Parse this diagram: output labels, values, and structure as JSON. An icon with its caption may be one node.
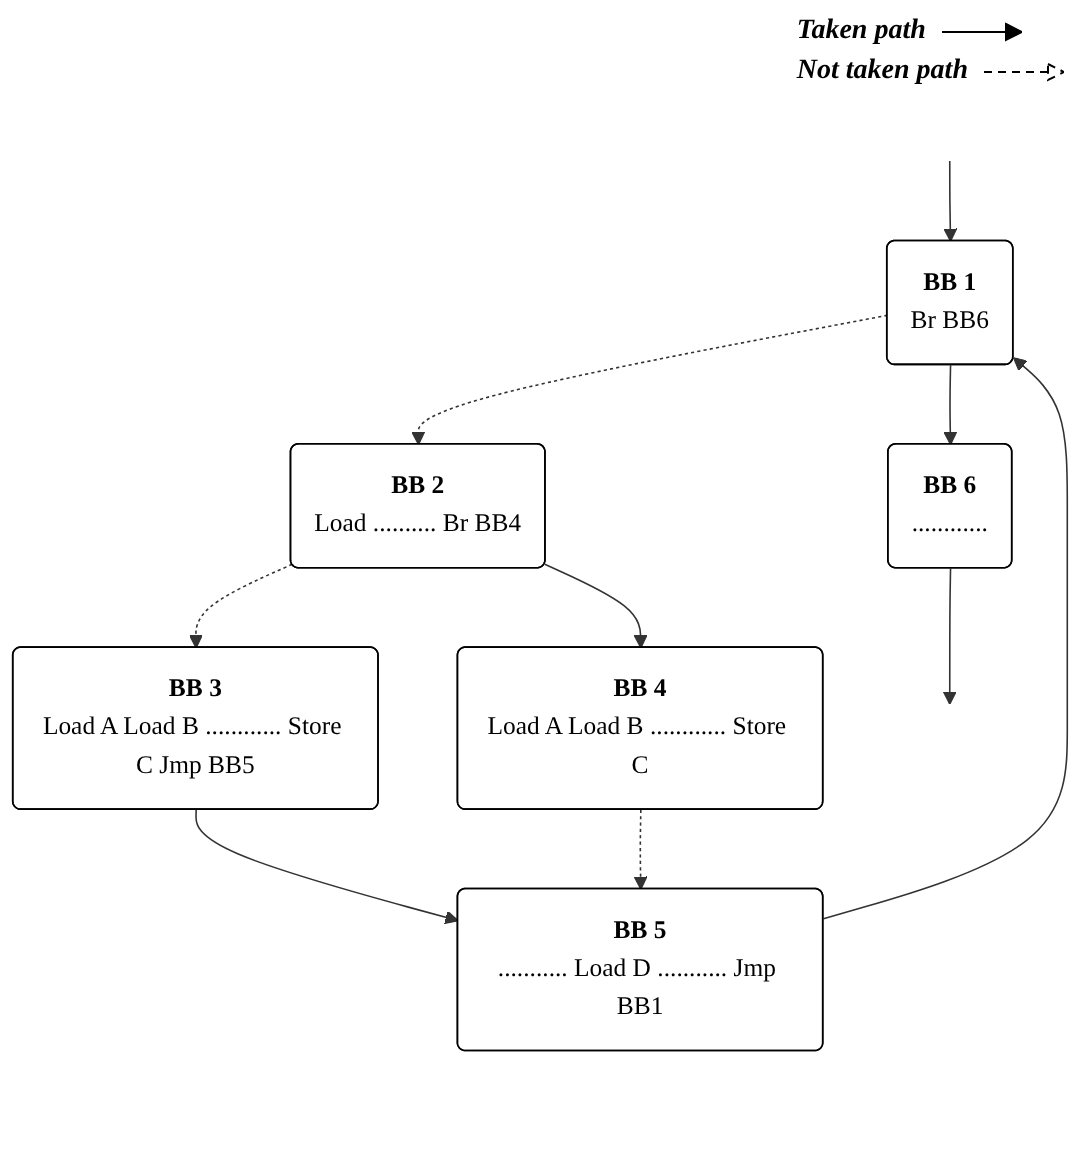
{
  "diagram": {
    "nodes": [
      {
        "text": [
          "BB 1",
          "Br BB6"
        ]
      },
      {
        "text": [
          "BB 2",
          "Load .......... Br BB4"
        ]
      },
      {
        "text": [
          "BB 3",
          "Load A Load B ............ Store C Jmp BB5"
        ]
      },
      {
        "text": [
          "BB 4",
          "Load A Load B ............ Store C"
        ]
      },
      {
        "text": [
          "BB 5",
          "........... Load D ........... Jmp BB1"
        ]
      },
      {
        "text": [
          "BB 6",
          "............"
        ]
      }
    ],
    "edges": [
      {
        "from": null,
        "to": 0,
        "arrow": "to"
      },
      {
        "from": 0,
        "to": 1,
        "arrow": "to",
        "style": "dashed"
      },
      {
        "from": 0,
        "to": 5,
        "arrow": "to"
      },
      {
        "from": 1,
        "to": 2,
        "arrow": "to",
        "style": "dashed"
      },
      {
        "from": 1,
        "to": 3,
        "arrow": "to"
      },
      {
        "from": 2,
        "to": 4,
        "arrow": "to"
      },
      {
        "from": 3,
        "to": 4,
        "arrow": "to",
        "style": "dashed"
      },
      {
        "from": 4,
        "to": 0,
        "arrow": "to"
      },
      {
        "from": 5,
        "to": null,
        "arrow": "to"
      }
    ],
    "legend": [
      {
        "text": "Taken path"
      },
      {
        "text": "Not taken path"
      }
    ]
  }
}
